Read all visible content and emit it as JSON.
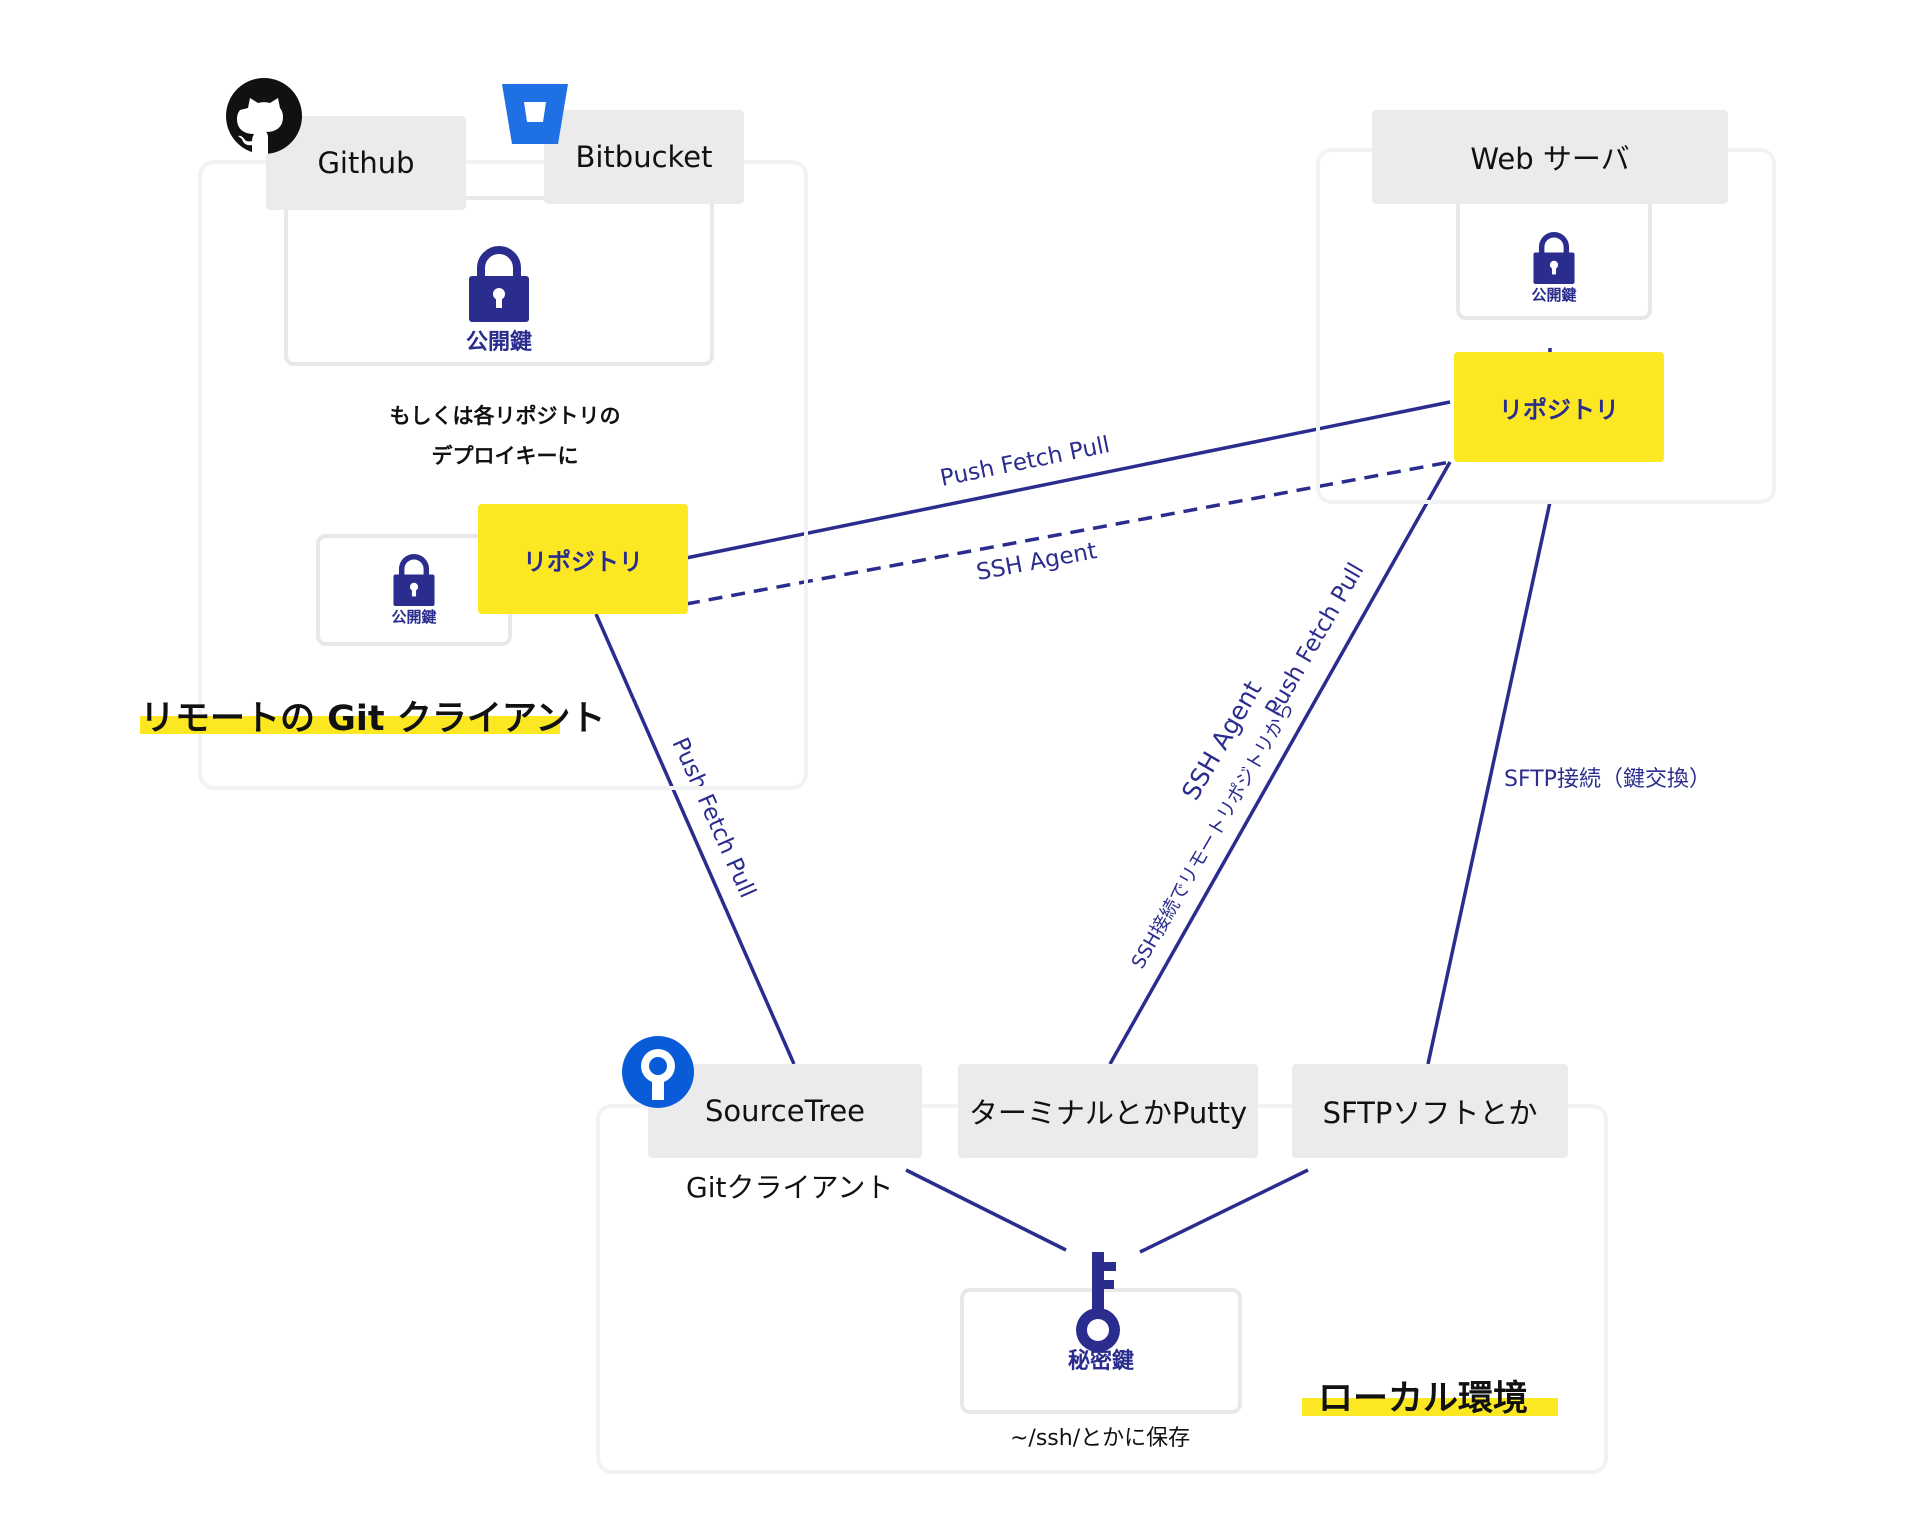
{
  "remote": {
    "github_label": "Github",
    "bitbucket_label": "Bitbucket",
    "public_key_label": "公開鍵",
    "note_line1": "もしくは各リポジトリの",
    "note_line2": "デプロイキーに",
    "client_public_key_label": "公開鍵",
    "repository_label": "リポジトリ",
    "section_title": "リモートの Git クライアント"
  },
  "web_server": {
    "title": "Web サーバ",
    "public_key_label": "公開鍵",
    "repository_label": "リポジトリ"
  },
  "local": {
    "sourcetree_label": "SourceTree",
    "terminal_label": "ターミナルとかPutty",
    "sftp_soft_label": "SFTPソフトとか",
    "git_client_label": "Gitクライアント",
    "private_key_label": "秘密鍵",
    "private_key_path": "~/ssh/とかに保存",
    "section_title": "ローカル環境"
  },
  "connections": {
    "remote_web_push": "Push Fetch Pull",
    "remote_web_ssh": "SSH Agent",
    "sourcetree_remote": "Push Fetch Pull",
    "terminal_web_push": "Push Fetch Pull",
    "terminal_web_ssh_agent": "SSH Agent",
    "terminal_web_ssh_note": "SSH接続でリモートリポジトリから",
    "sftp_web": "SFTP接続（鍵交換）"
  },
  "colors": {
    "accent_navy": "#2b2d8e",
    "highlight_yellow": "#fbe823",
    "tag_gray": "#ebebeb"
  },
  "icons": [
    "github-icon",
    "bitbucket-icon",
    "sourcetree-icon",
    "lock-icon",
    "key-icon"
  ]
}
